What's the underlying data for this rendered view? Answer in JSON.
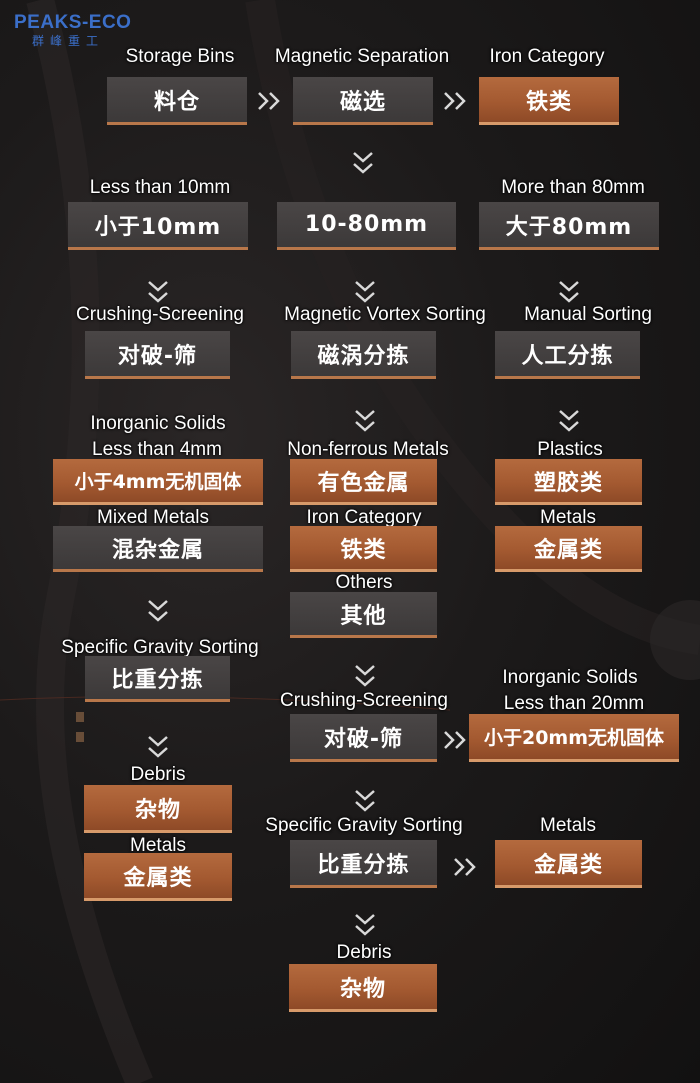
{
  "logo": {
    "en": "PEAKS-ECO",
    "cn": "群峰重工"
  },
  "labels": {
    "l1": "Storage Bins",
    "l2": "Magnetic Separation",
    "l3": "Iron Category",
    "l4": "Less than 10mm",
    "l5": "More than 80mm",
    "l6": "Crushing-Screening",
    "l7": "Magnetic Vortex Sorting",
    "l8": "Manual Sorting",
    "l9a": "Inorganic Solids",
    "l9b": "Less than 4mm",
    "l10": "Non-ferrous Metals",
    "l11": "Plastics",
    "l12": "Mixed Metals",
    "l13": "Iron Category",
    "l14": "Metals",
    "l15": "Others",
    "l16": "Specific Gravity Sorting",
    "l17": "Crushing-Screening",
    "l18a": "Inorganic Solids",
    "l18b": "Less than 20mm",
    "l19": "Debris",
    "l20": "Metals",
    "l21": "Specific Gravity Sorting",
    "l22": "Metals",
    "l23": "Debris"
  },
  "boxes": {
    "b1": "料仓",
    "b2": "磁选",
    "b3": "铁类",
    "b4": "小于10mm",
    "b5": "10-80mm",
    "b6": "大于80mm",
    "b7": "对破-筛",
    "b8": "磁涡分拣",
    "b9": "人工分拣",
    "b10": "小于4mm无机固体",
    "b11": "有色金属",
    "b12": "塑胶类",
    "b13": "混杂金属",
    "b14": "铁类",
    "b15": "金属类",
    "b16": "其他",
    "b17": "比重分拣",
    "b18": "对破-筛",
    "b19": "小于20mm无机固体",
    "b20": "杂物",
    "b21": "金属类",
    "b22": "比重分拣",
    "b23": "金属类",
    "b24": "杂物"
  },
  "colors": {
    "dark_box": "#3f3c3c",
    "copper_box": "#a45a31",
    "arrow": "#d9d9d9",
    "logo": "#3b6fc9"
  },
  "icons": {
    "down": "double-chevron-down-icon",
    "right": "double-chevron-right-icon"
  }
}
